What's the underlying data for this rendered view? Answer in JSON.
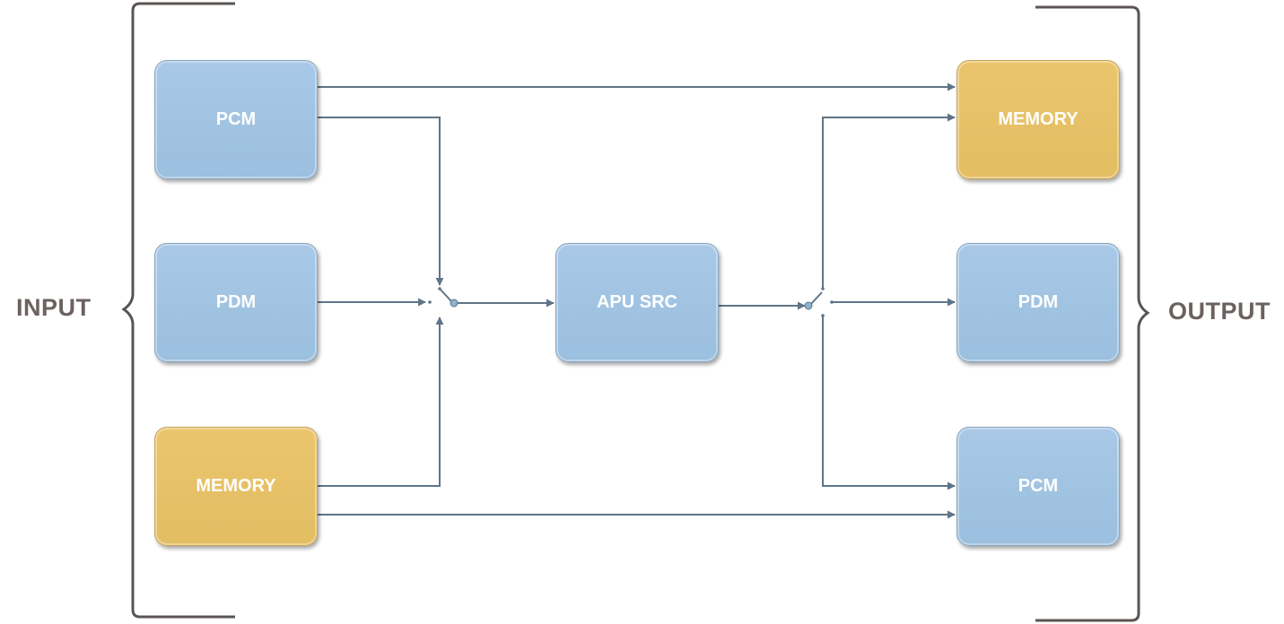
{
  "labels": {
    "input": "INPUT",
    "output": "OUTPUT"
  },
  "colors": {
    "blue_box": "#9ec3e2",
    "gold_box": "#e6c064",
    "line": "#5f7488",
    "bracket": "#5a5452"
  },
  "inputs": [
    {
      "id": "pcm",
      "label": "PCM",
      "color": "blue"
    },
    {
      "id": "pdm",
      "label": "PDM",
      "color": "blue"
    },
    {
      "id": "memory",
      "label": "MEMORY",
      "color": "gold"
    }
  ],
  "center": {
    "label": "APU SRC"
  },
  "outputs": [
    {
      "id": "memory",
      "label": "MEMORY",
      "color": "gold"
    },
    {
      "id": "pdm",
      "label": "PDM",
      "color": "blue"
    },
    {
      "id": "pcm",
      "label": "PCM",
      "color": "blue"
    }
  ]
}
